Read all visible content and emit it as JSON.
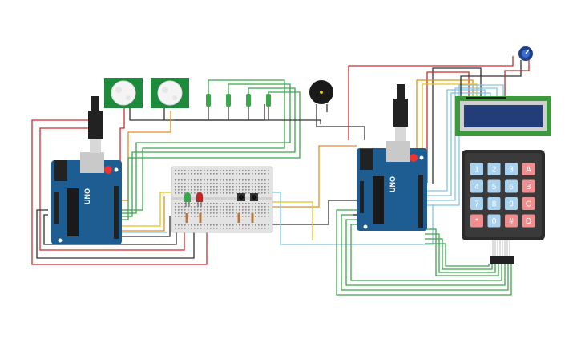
{
  "boards": [
    {
      "logo": "UNO"
    },
    {
      "logo": "UNO"
    }
  ],
  "keypad": {
    "keys": [
      "1",
      "2",
      "3",
      "A",
      "4",
      "5",
      "6",
      "B",
      "7",
      "8",
      "9",
      "C",
      "*",
      "0",
      "#",
      "D"
    ]
  },
  "colors": {
    "board_blue": "#1d5d92",
    "wire_red": "#d22b2b",
    "wire_green": "#3aa84a",
    "wire_orange": "#e0911c",
    "wire_yellow": "#e6c21a",
    "wire_lightblue": "#7fc6e6",
    "wire_dark": "#333333",
    "pir_green": "#1e8a3c",
    "lcd_screen": "#223d7a",
    "lcd_board": "#3a9a3c",
    "keypad_body": "#2b2b2b",
    "key_blue": "#a8d2ef",
    "key_red": "#f08d8f"
  },
  "components": {
    "arduino_boards": 2,
    "pir_sensors": 2,
    "buzzer": 1,
    "breadboard": 1,
    "lcd_16x2": 1,
    "keypad_4x4": 1,
    "potentiometer": 1,
    "leds": [
      "green",
      "red"
    ],
    "pushbuttons": 2,
    "resistors": 4
  }
}
